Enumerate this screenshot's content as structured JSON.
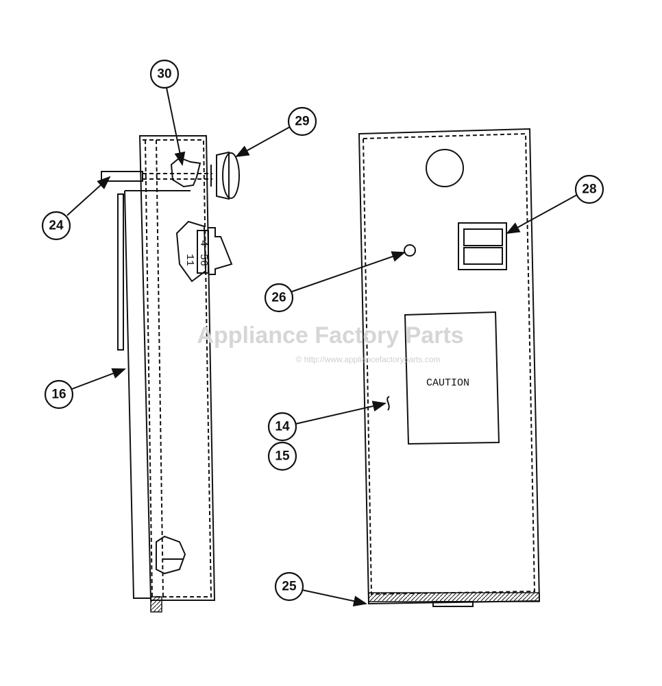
{
  "watermark": {
    "title": "Appliance Factory Parts",
    "url": "© http://www.appliancefactoryparts.com"
  },
  "door_label": "CAUTION",
  "dial_marks": [
    "4",
    "56",
    "11"
  ],
  "callouts": [
    "30",
    "29",
    "24",
    "16",
    "26",
    "28",
    "14",
    "15",
    "25"
  ]
}
